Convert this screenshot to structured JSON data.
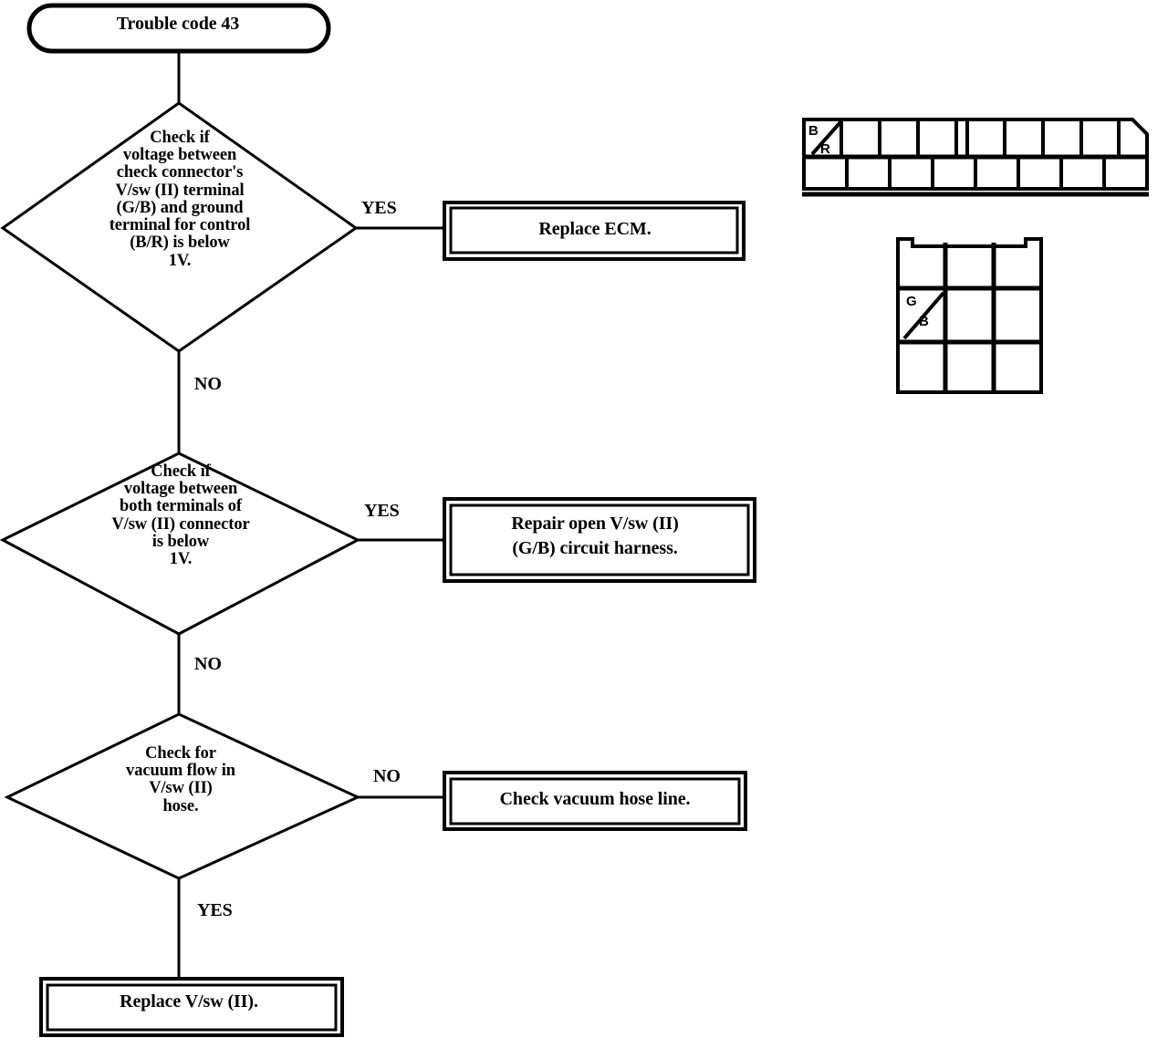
{
  "diagram": {
    "title": "Trouble code 43",
    "type": "troubleshooting-flowchart",
    "start": {
      "label": "Trouble code 43",
      "shape": "rounded-terminator"
    },
    "decisions": [
      {
        "id": "d1",
        "shape": "diamond",
        "text": "Check if\nvoltage between\ncheck connector's\nV/sw (II) terminal\n(G/B) and ground\nterminal for control\n(B/R) is below\n1V.",
        "branch_yes": "YES",
        "branch_no": "NO"
      },
      {
        "id": "d2",
        "shape": "diamond",
        "text": "Check if\nvoltage between\nboth terminals of\nV/sw (II) connector\nis below\n1V.",
        "branch_yes": "YES",
        "branch_no": "NO"
      },
      {
        "id": "d3",
        "shape": "diamond",
        "text": "Check for\nvacuum flow in\nV/sw (II)\nhose.",
        "branch_yes": "YES",
        "branch_no": "NO"
      }
    ],
    "actions": [
      {
        "id": "b1",
        "shape": "double-box",
        "text": "Replace ECM."
      },
      {
        "id": "b2",
        "shape": "double-box",
        "text": "Repair open V/sw (II)\n(G/B) circuit harness."
      },
      {
        "id": "b3",
        "shape": "double-box",
        "text": "Check vacuum hose line."
      },
      {
        "id": "b4",
        "shape": "double-box",
        "text": "Replace V/sw (II)."
      }
    ],
    "edge_labels": [
      {
        "id": "e1",
        "text": "YES",
        "from": "d1",
        "to": "b1"
      },
      {
        "id": "e2",
        "text": "NO",
        "from": "d1",
        "to": "d2"
      },
      {
        "id": "e3",
        "text": "YES",
        "from": "d2",
        "to": "b2"
      },
      {
        "id": "e4",
        "text": "NO",
        "from": "d2",
        "to": "d3"
      },
      {
        "id": "e5",
        "text": "NO",
        "from": "d3",
        "to": "b3"
      },
      {
        "id": "e6",
        "text": "YES",
        "from": "d3",
        "to": "b4"
      }
    ],
    "connectors": [
      {
        "id": "connector-harness-top",
        "description": "two-row multi-pin connector terminal diagram",
        "rows": 2,
        "top_row_cells": 9,
        "bottom_row_cells": 8,
        "marked_terminal_line1": "B",
        "marked_terminal_line2": "R",
        "marked_terminal": "B/R"
      },
      {
        "id": "connector-vsw-bottom",
        "description": "three-by-three pin connector terminal diagram",
        "rows": 3,
        "cols": 3,
        "marked_terminal_line1": "G",
        "marked_terminal_line2": "B",
        "marked_terminal": "G/B"
      }
    ],
    "colors": {
      "ink": "#000000",
      "paper": "#ffffff"
    }
  }
}
